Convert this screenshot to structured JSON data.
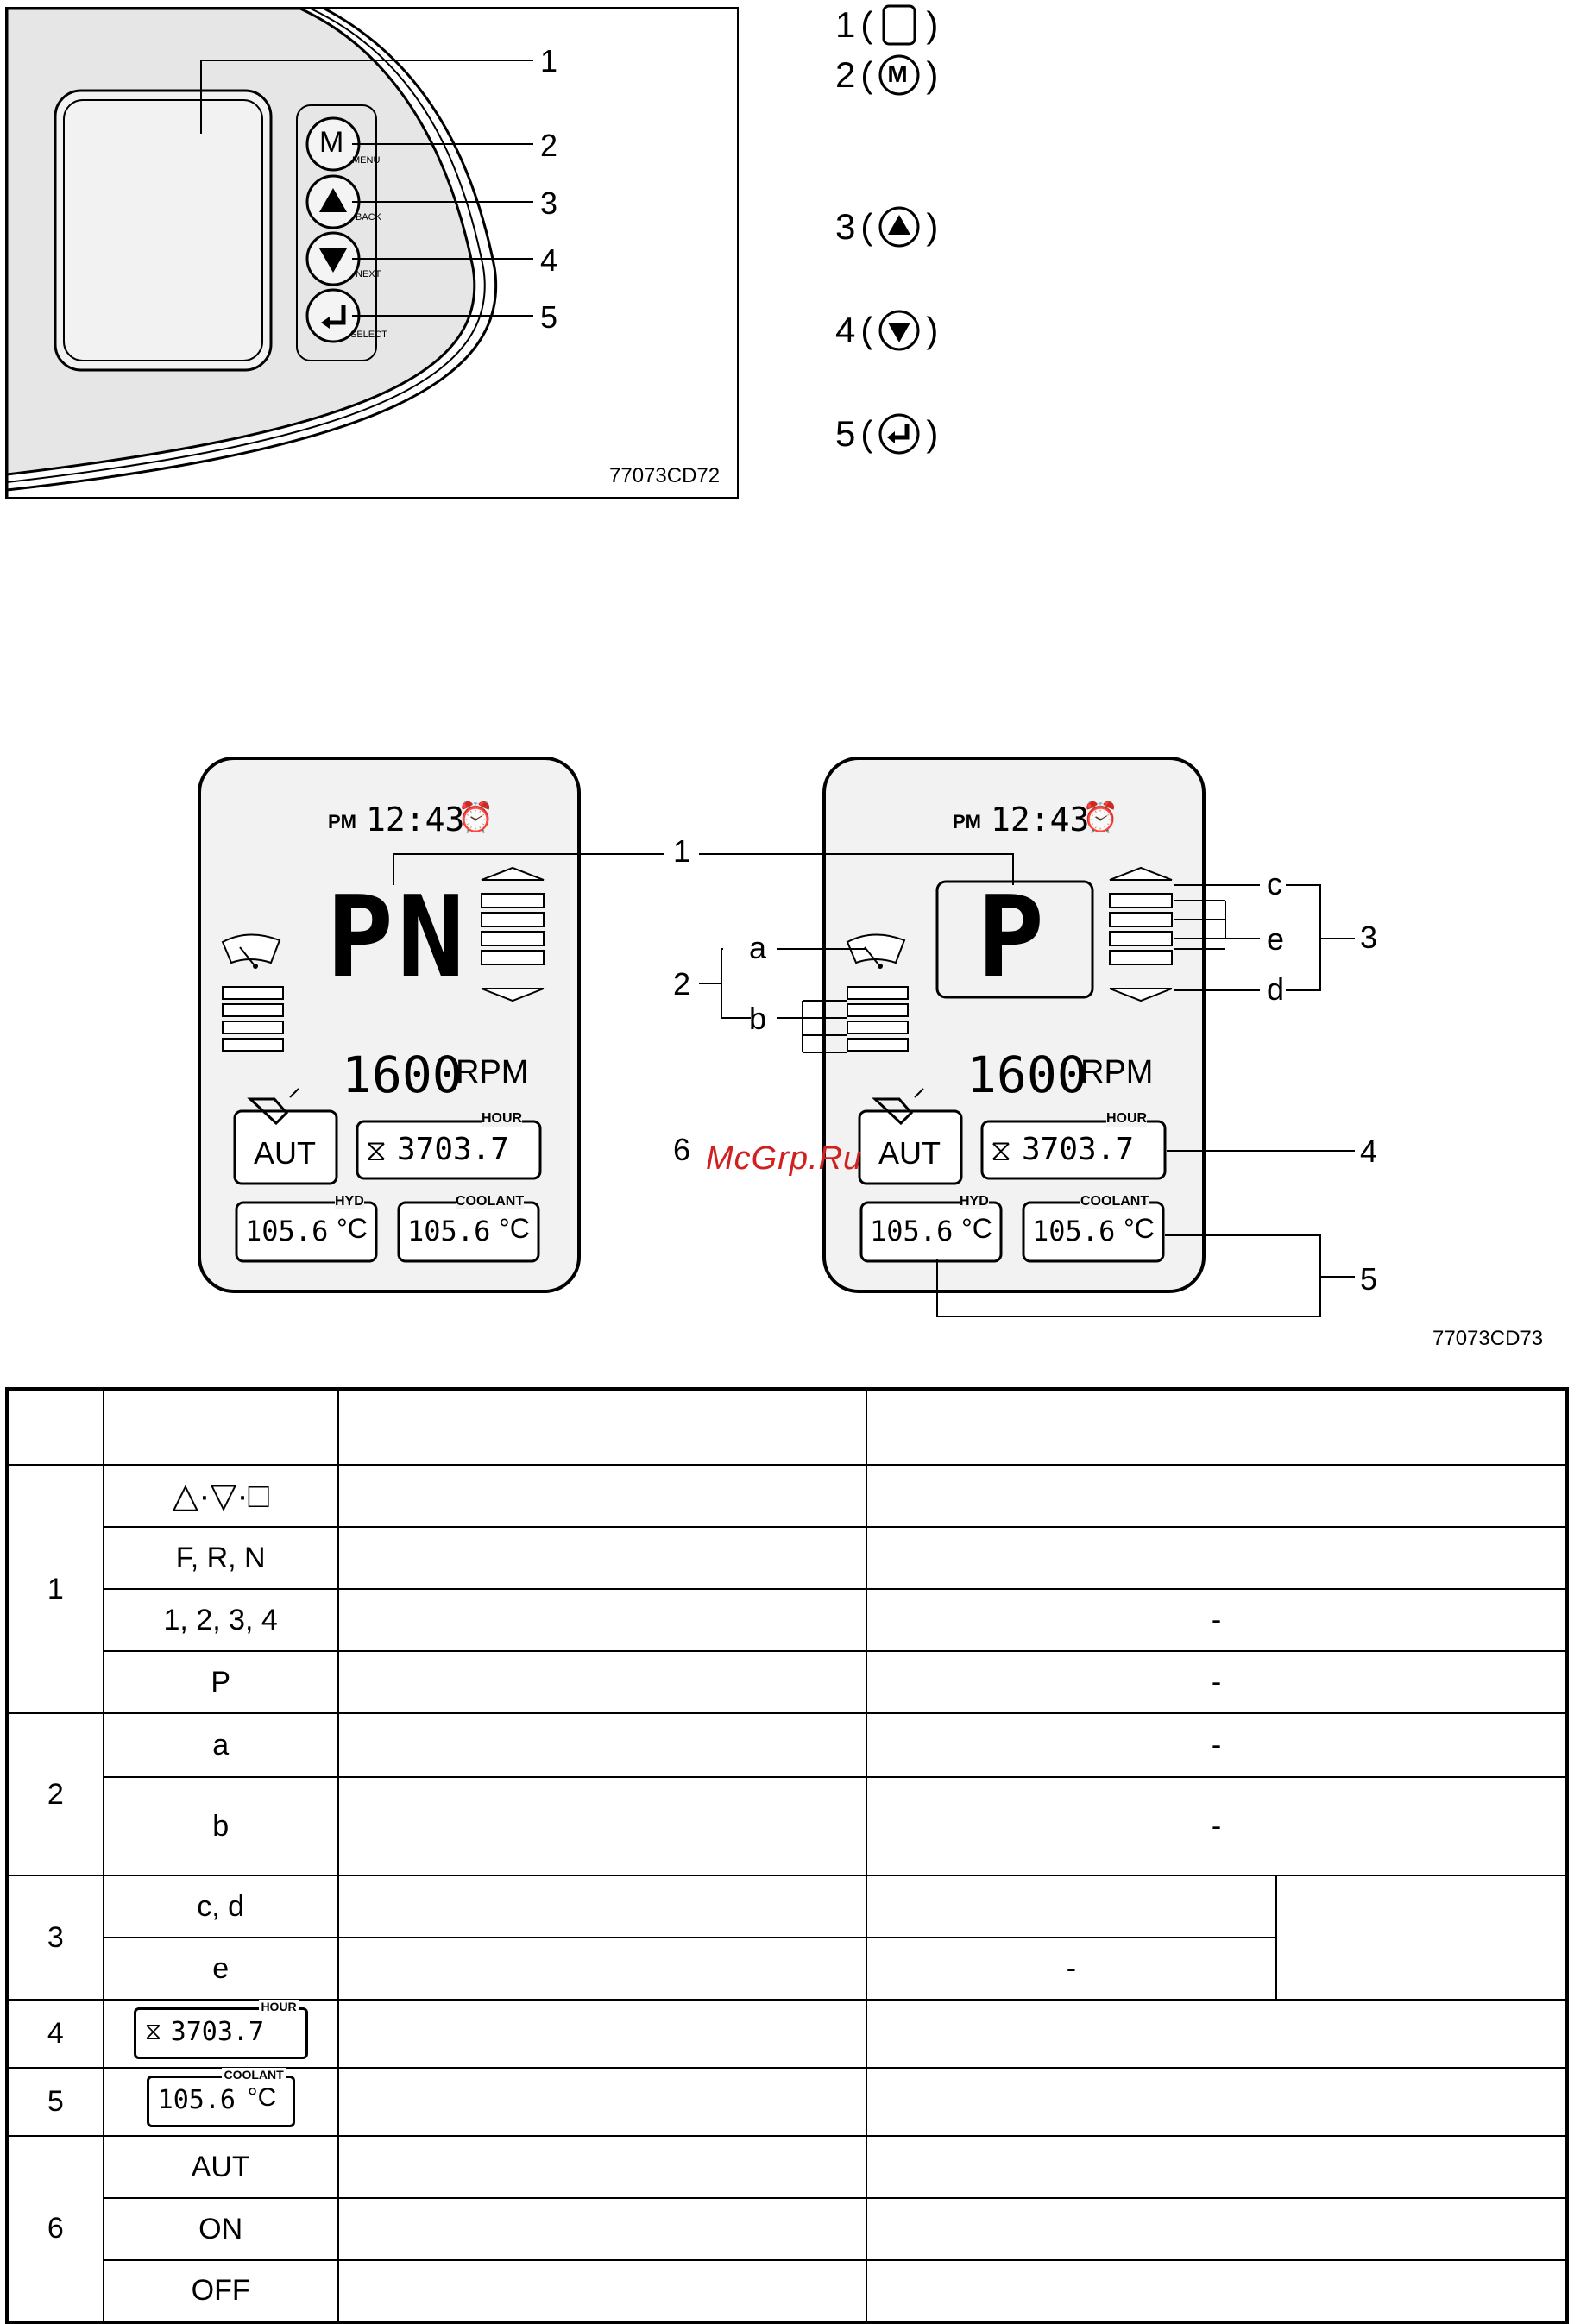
{
  "figure1": {
    "code": "77073CD72",
    "buttons": [
      {
        "glyph": "M",
        "label": "MENU"
      },
      {
        "glyph": "▲",
        "label": "BACK"
      },
      {
        "glyph": "▼",
        "label": "NEXT"
      },
      {
        "glyph": "↵",
        "label": "SELECT"
      }
    ],
    "callouts": [
      "1",
      "2",
      "3",
      "4",
      "5"
    ]
  },
  "legend": [
    {
      "num": "1",
      "icon": "blank-square-icon"
    },
    {
      "num": "2",
      "icon": "menu-m-icon",
      "glyph": "M"
    },
    {
      "num": "3",
      "icon": "up-triangle-icon"
    },
    {
      "num": "4",
      "icon": "down-triangle-icon"
    },
    {
      "num": "5",
      "icon": "enter-arrow-icon"
    }
  ],
  "figure2": {
    "code": "77073CD73",
    "watermark": "McGrp.Ru",
    "left_display": {
      "ampm": "PM",
      "time": "12:43",
      "gear": "PN",
      "rpm": "1600",
      "rpm_unit": "RPM",
      "mode": "AUT",
      "hour_label": "HOUR",
      "hour_value": "3703.7",
      "hyd_label": "HYD",
      "hyd_value": "105.6",
      "coolant_label": "COOLANT",
      "coolant_value": "105.6",
      "temp_unit": "°C"
    },
    "right_display": {
      "ampm": "PM",
      "time": "12:43",
      "gear": "P",
      "rpm": "1600",
      "rpm_unit": "RPM",
      "mode": "AUT",
      "hour_label": "HOUR",
      "hour_value": "3703.7",
      "hyd_label": "HYD",
      "hyd_value": "105.6",
      "coolant_label": "COOLANT",
      "coolant_value": "105.6",
      "temp_unit": "°C"
    },
    "callouts": {
      "n1": "1",
      "n2": "2",
      "n3": "3",
      "n4": "4",
      "n5": "5",
      "n6": "6",
      "a": "a",
      "b": "b",
      "c": "c",
      "d": "d",
      "e": "e"
    }
  },
  "table": {
    "rows": [
      {
        "group": "1",
        "item": "△·▽·□",
        "dash": ""
      },
      {
        "group": "",
        "item": "F, R, N",
        "dash": ""
      },
      {
        "group": "",
        "item": "1, 2, 3, 4",
        "dash": "-"
      },
      {
        "group": "",
        "item": "P",
        "dash": "-"
      },
      {
        "group": "2",
        "item": "a",
        "dash": "-"
      },
      {
        "group": "",
        "item": "b",
        "dash": "-"
      },
      {
        "group": "3",
        "item": "c, d",
        "dash": ""
      },
      {
        "group": "",
        "item": "e",
        "dash": "-"
      },
      {
        "group": "4",
        "item": "",
        "dash": ""
      },
      {
        "group": "5",
        "item": "",
        "dash": ""
      },
      {
        "group": "6",
        "item": "AUT",
        "dash": ""
      },
      {
        "group": "",
        "item": "ON",
        "dash": ""
      },
      {
        "group": "",
        "item": "OFF",
        "dash": ""
      }
    ],
    "row4_badge": {
      "label": "HOUR",
      "value": "3703.7"
    },
    "row5_badge": {
      "label": "COOLANT",
      "value": "105.6",
      "unit": "°C"
    }
  }
}
